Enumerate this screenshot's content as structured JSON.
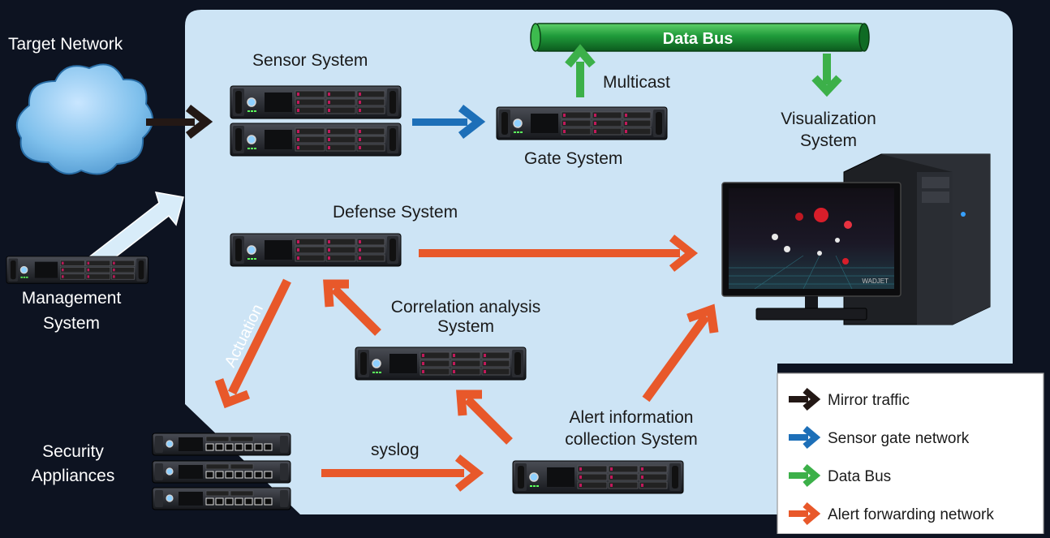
{
  "colors": {
    "background": "#0d1321",
    "panel": "#cde4f5",
    "mirror": "#231815",
    "sensor_gate": "#1d6fb8",
    "data_bus": "#3cb049",
    "alert": "#e8582a",
    "management": "#d8ecf9"
  },
  "labels": {
    "target_network": "Target Network",
    "sensor_system": "Sensor System",
    "data_bus": "Data Bus",
    "multicast": "Multicast",
    "gate_system": "Gate System",
    "visualization_line1": "Visualization",
    "visualization_line2": "System",
    "defense_system": "Defense System",
    "management_line1": "Management",
    "management_line2": "System",
    "correlation_line1": "Correlation analysis",
    "correlation_line2": "System",
    "actuation": "Actuation",
    "alert_info_line1": "Alert information",
    "alert_info_line2": "collection System",
    "security_line1": "Security",
    "security_line2": "Appliances",
    "syslog": "syslog",
    "monitor_logo": "WADJET"
  },
  "legend": [
    {
      "label": "Mirror traffic",
      "color": "#231815"
    },
    {
      "label": "Sensor gate network",
      "color": "#1d6fb8"
    },
    {
      "label": "Data Bus",
      "color": "#3cb049"
    },
    {
      "label": "Alert forwarding network",
      "color": "#e8582a"
    }
  ],
  "icons": [
    "cloud-icon",
    "server-icon",
    "desktop-computer-icon",
    "pipe-icon",
    "switch-icon"
  ]
}
